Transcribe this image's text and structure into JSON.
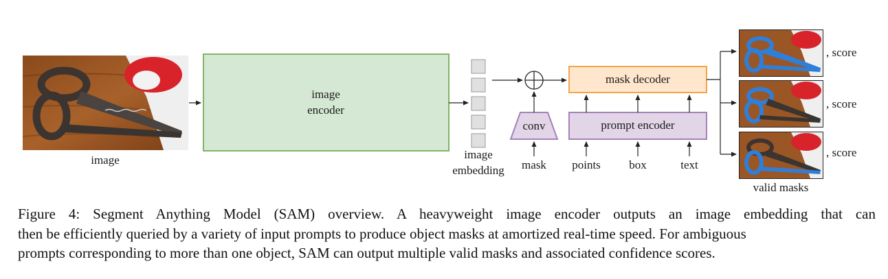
{
  "figure": {
    "labels": {
      "image": "image",
      "image_encoder_line1": "image",
      "image_encoder_line2": "encoder",
      "image_embedding_line1": "image",
      "image_embedding_line2": "embedding",
      "conv": "conv",
      "mask": "mask",
      "mask_decoder": "mask decoder",
      "prompt_encoder": "prompt encoder",
      "points": "points",
      "box": "box",
      "text": "text",
      "score": ", score",
      "valid_masks": "valid masks"
    },
    "colors": {
      "encoder_fill": "#d5e8d4",
      "encoder_stroke": "#82b366",
      "decoder_fill": "#ffe6cc",
      "decoder_stroke": "#f3a649",
      "prompt_fill": "#e1d5e7",
      "prompt_stroke": "#a680b8",
      "embedding_fill": "#e0e0e0",
      "mask_highlight": "#2f7fd8"
    }
  },
  "caption": {
    "line1": "Figure 4: Segment Anything Model (SAM) overview. A heavyweight image encoder outputs an image embedding that can",
    "line2": "then be efficiently queried by a variety of input prompts to produce object masks at amortized real-time speed. For ambiguous",
    "line3": "prompts corresponding to more than one object, SAM can output multiple valid masks and associated confidence scores."
  }
}
